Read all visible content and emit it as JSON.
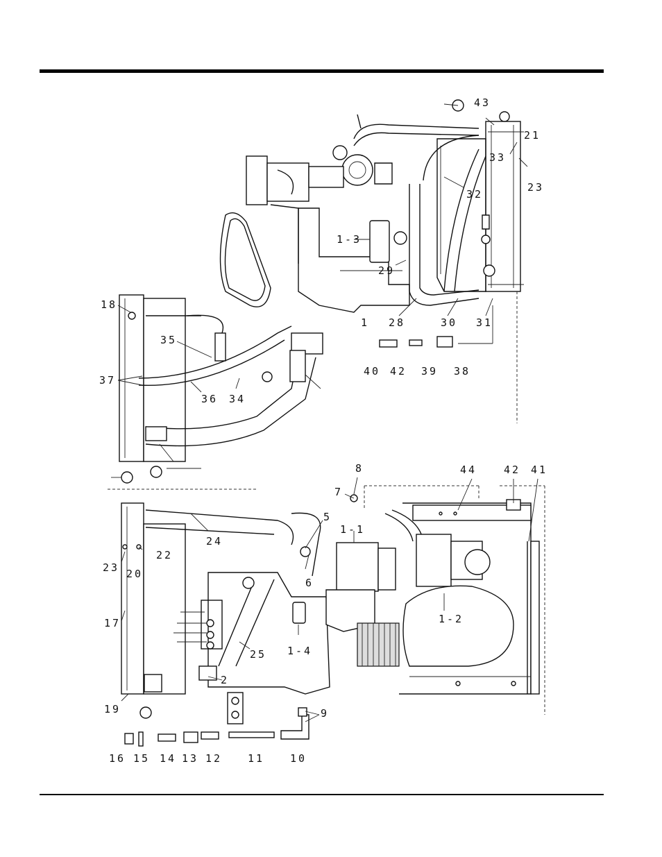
{
  "callouts": {
    "c43": "43",
    "c21": "21",
    "c33": "33",
    "c23a": "23",
    "c32": "32",
    "c13": "1-3",
    "c29": "29",
    "c1": "1",
    "c28": "28",
    "c30": "30",
    "c31": "31",
    "c40": "40",
    "c42a": "42",
    "c39": "39",
    "c38": "38",
    "c18": "18",
    "c35": "35",
    "c37": "37",
    "c36": "36",
    "c34": "34",
    "c8": "8",
    "c7": "7",
    "c44": "44",
    "c42b": "42",
    "c41": "41",
    "c5": "5",
    "c11a": "1-1",
    "c24": "24",
    "c6": "6",
    "c23b": "23",
    "c22": "22",
    "c20": "20",
    "c17": "17",
    "c12a": "1-2",
    "c14a": "1-4",
    "c25": "25",
    "c2": "2",
    "c19": "19",
    "c9": "9",
    "c16": "16",
    "c15": "15",
    "c14": "14",
    "c13b": "13",
    "c12": "12",
    "c11": "11",
    "c10": "10"
  }
}
